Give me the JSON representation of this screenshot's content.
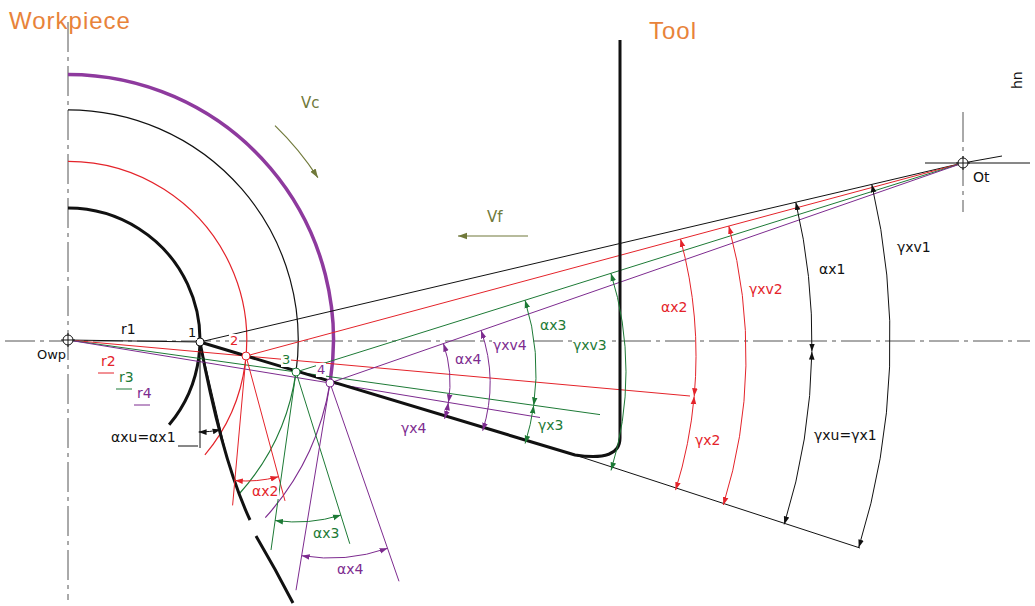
{
  "diagram": {
    "labels": [
      "Workpiece",
      "Vc",
      "Tool",
      "Vf",
      "Ot",
      "hn",
      "Owp",
      "r1",
      "r2",
      "r3",
      "r4",
      "1",
      "2",
      "3",
      "4",
      "αx1",
      "γxv1",
      "αx2",
      "γxv2",
      "γx2",
      "γxu=γx1",
      "αx3",
      "γxv3",
      "γx3",
      "αx4",
      "γxv4",
      "γx4",
      "αx2",
      "αx3",
      "αx4",
      "αxu=αx1"
    ]
  }
}
